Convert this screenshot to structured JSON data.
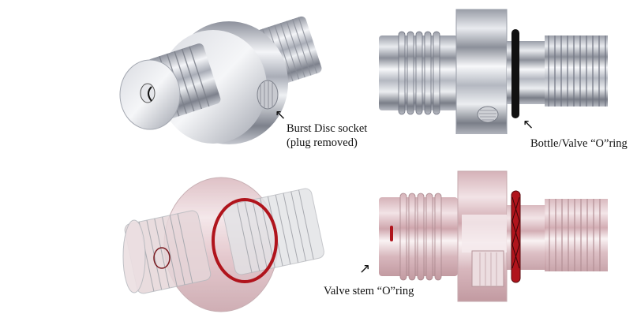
{
  "figure": {
    "panels": [
      {
        "id": "top-left",
        "view": "isometric",
        "style": "solid-chrome"
      },
      {
        "id": "top-right",
        "view": "side",
        "style": "solid-chrome"
      },
      {
        "id": "bottom-left",
        "view": "isometric",
        "style": "transparent-pink"
      },
      {
        "id": "bottom-right",
        "view": "side",
        "style": "transparent-pink"
      }
    ],
    "labels": {
      "burst_disc_line1": "Burst Disc socket",
      "burst_disc_line2": "(plug removed)",
      "bottle_valve_oring": "Bottle/Valve “O”ring",
      "valve_stem_oring": "Valve stem “O”ring"
    },
    "arrows": {
      "burst_disc": "↖",
      "bottle_valve": "↖",
      "valve_stem": "↗"
    },
    "colors": {
      "chrome_light": "#f2f3f6",
      "chrome_mid": "#b9bcc6",
      "chrome_dark": "#6f7380",
      "oring_black": "#111111",
      "transparent_pink": "#e8c9cf",
      "pink_dark": "#c99aa2",
      "oring_red": "#b0141c"
    }
  }
}
